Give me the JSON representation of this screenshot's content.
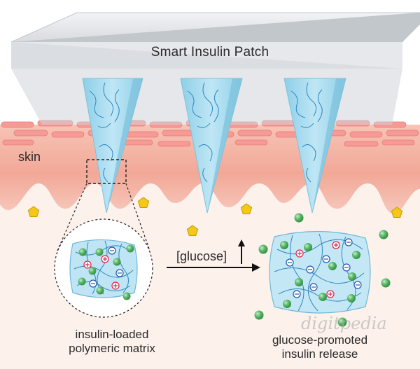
{
  "patch": {
    "title": "Smart  Insulin Patch"
  },
  "skin": {
    "label": "skin"
  },
  "transition": {
    "label": "[glucose]"
  },
  "captions": {
    "left_line1": "insulin-loaded",
    "left_line2": "polymeric matrix",
    "right_line1": "glucose-promoted",
    "right_line2": "insulin release"
  },
  "watermark": "digitpedia",
  "icons": {
    "glucose": "pentagon-glucose-icon",
    "insulin": "green-sphere-insulin-icon",
    "positive_charge": "plus-charge-icon",
    "negative_charge": "minus-charge-icon",
    "increase": "up-arrow-icon"
  },
  "colors": {
    "patch_gray": "#d9dce0",
    "needle_blue": "#a9dcef",
    "network_line": "#2b86c2",
    "skin_pink": "#f3b0a0",
    "insulin_green": "#4caa5a",
    "glucose_yellow": "#f3c819",
    "positive_red": "#d8234b",
    "negative_blue": "#2456a6"
  }
}
